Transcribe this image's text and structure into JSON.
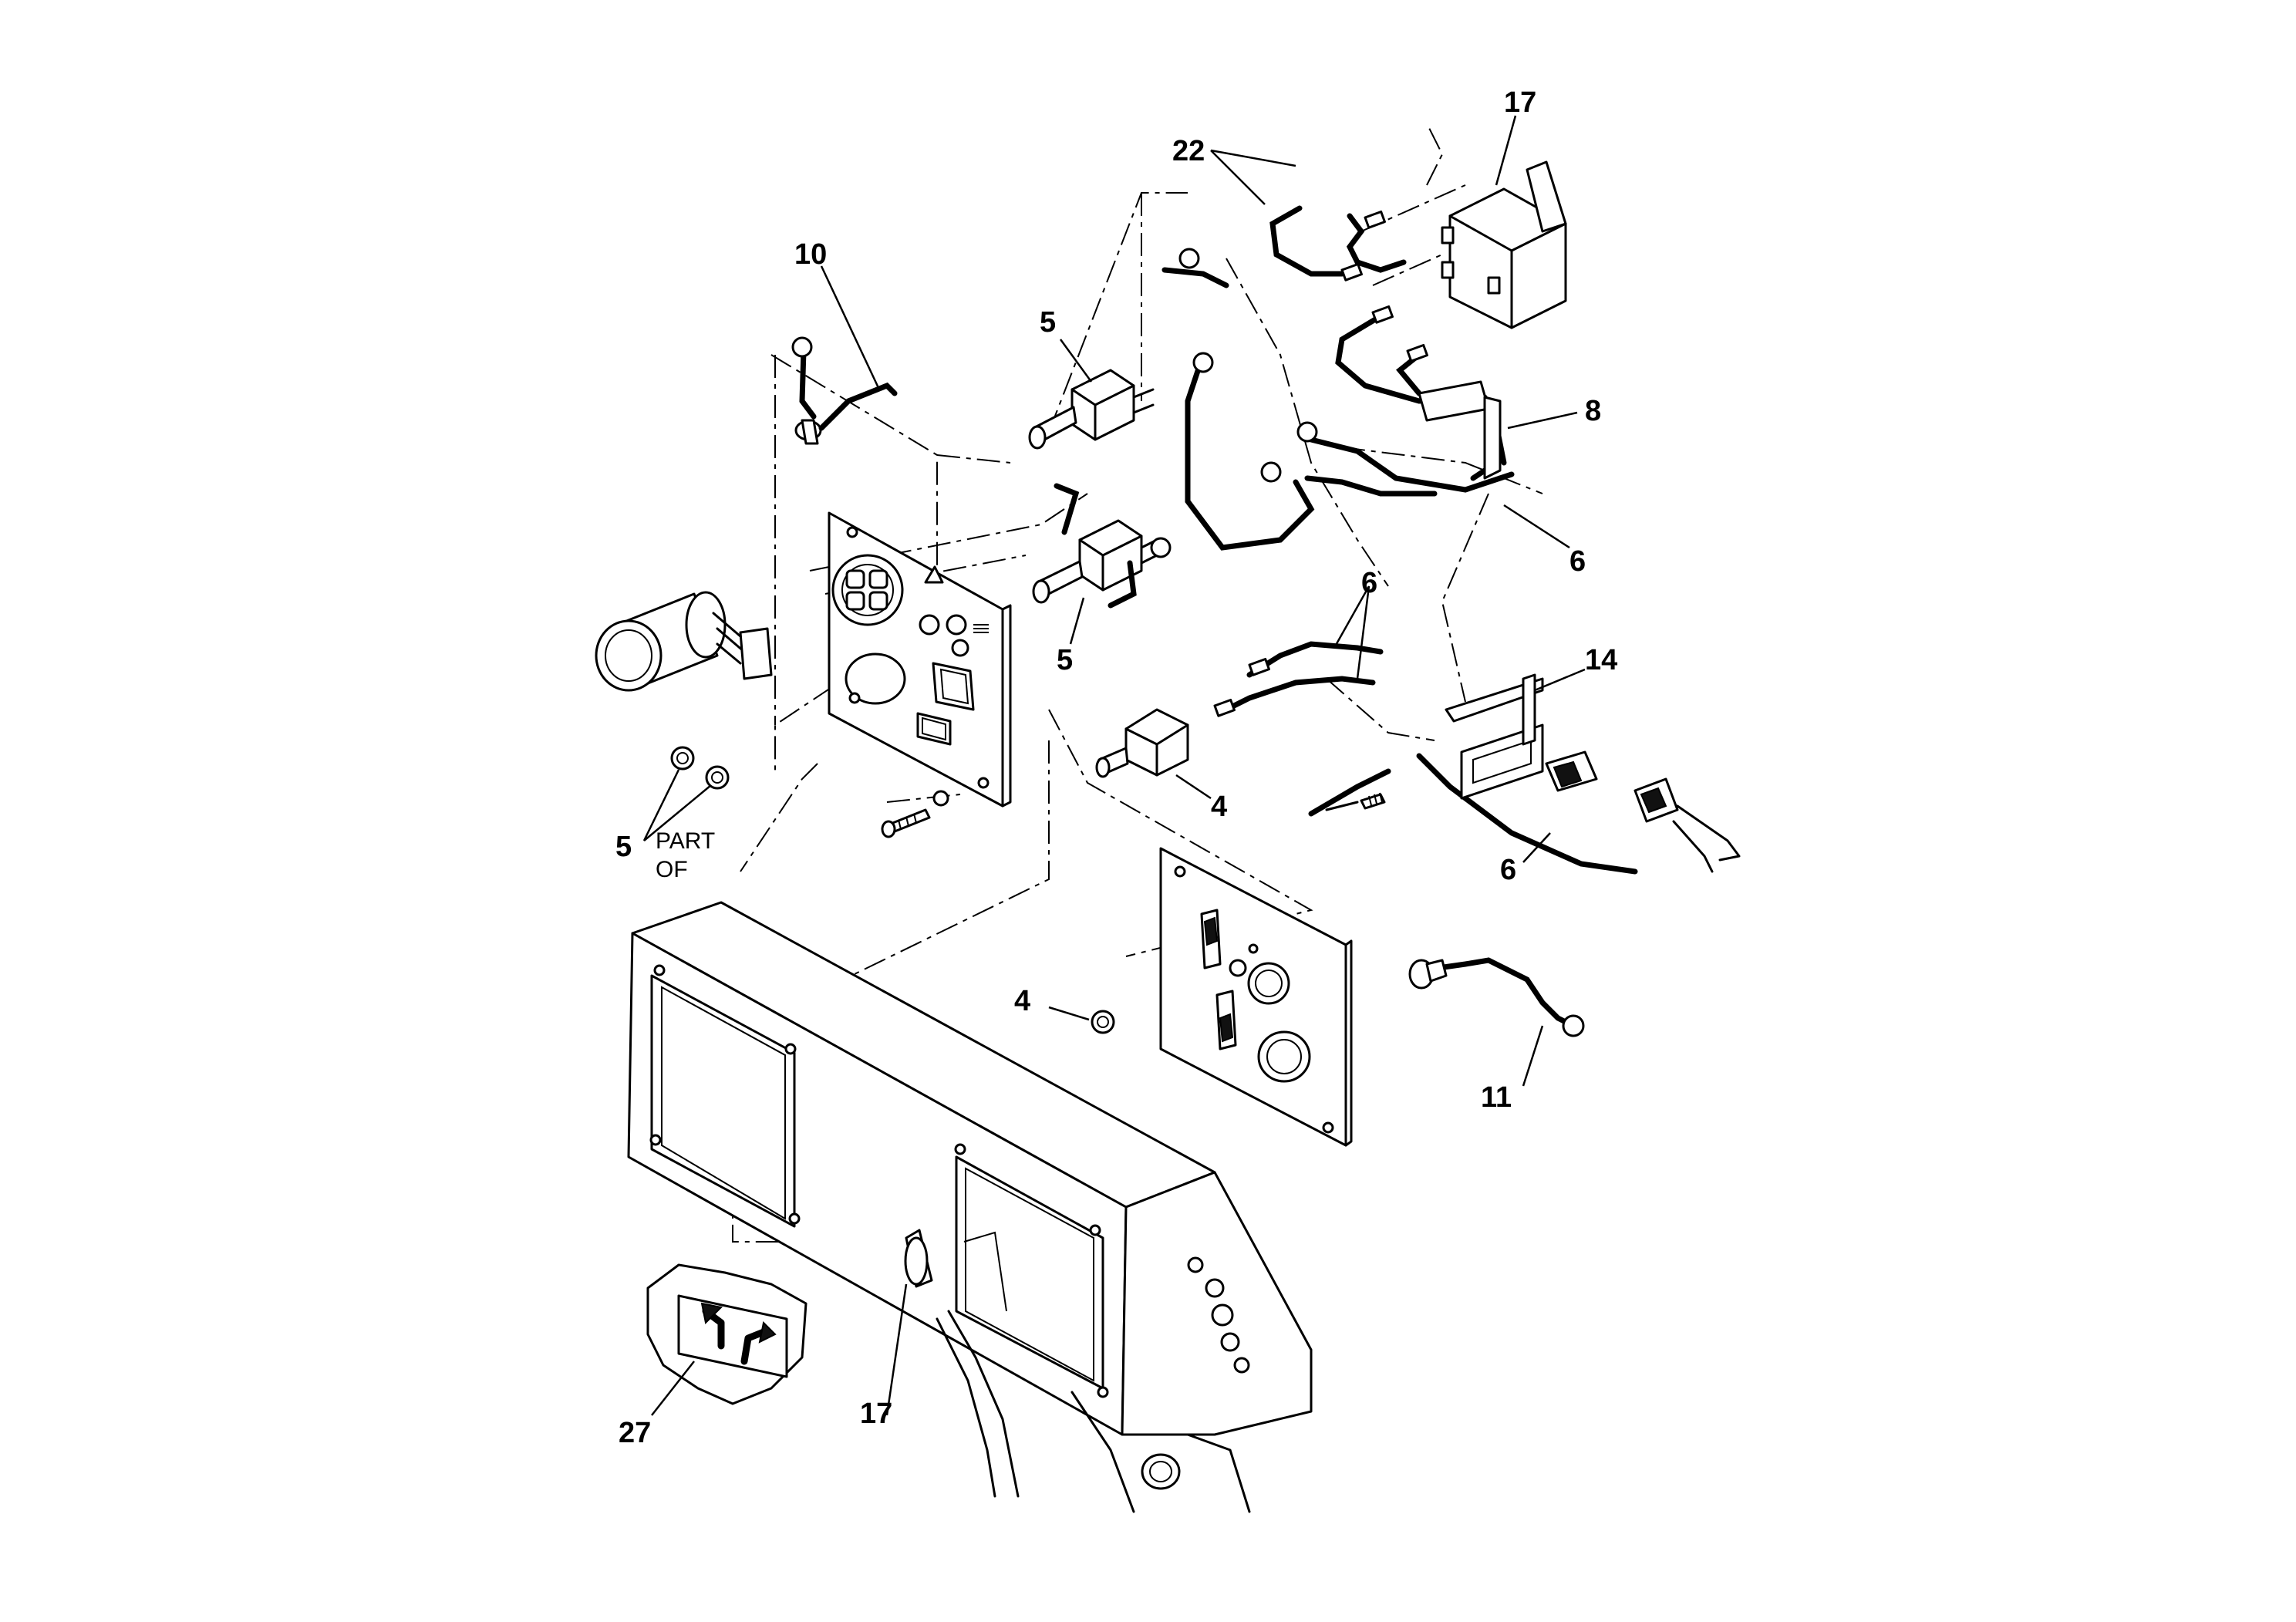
{
  "diagram": {
    "callouts": {
      "c17_top": "17",
      "c22": "22",
      "c10": "10",
      "c5_upper": "5",
      "c8": "8",
      "c6_right": "6",
      "c6_mid": "6",
      "c5_mid": "5",
      "c14": "14",
      "c4_switch": "4",
      "c6_lower": "6",
      "c5_left": "5",
      "c4_nut": "4",
      "c11": "11",
      "c27": "27",
      "c17_bottom": "17"
    },
    "notes": {
      "part": "PART",
      "of": "OF"
    }
  }
}
